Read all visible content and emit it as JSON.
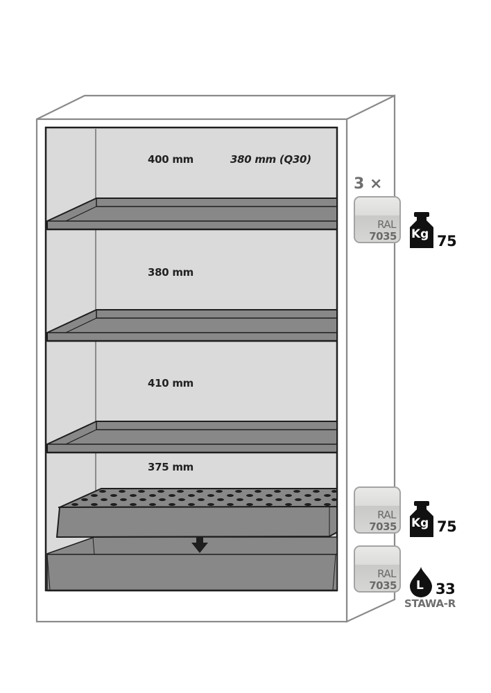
{
  "diagram": {
    "subject": "Safety storage cabinet with shelves and bottom sump",
    "compartment_heights": [
      {
        "label": "400 mm",
        "alt_label": "380 mm (Q30)"
      },
      {
        "label": "380 mm"
      },
      {
        "label": "410 mm"
      },
      {
        "label": "375 mm"
      }
    ],
    "shelves": {
      "quantity_label": "3 ×",
      "color_label": "RAL",
      "color_code": "7035",
      "load_icon": "weight-kg-icon",
      "load_icon_text": "Kg",
      "load_value": "75"
    },
    "perforated_insert": {
      "color_label": "RAL",
      "color_code": "7035",
      "load_icon": "weight-kg-icon",
      "load_icon_text": "Kg",
      "load_value": "75"
    },
    "bottom_sump": {
      "color_label": "RAL",
      "color_code": "7035",
      "volume_icon": "liquid-drop-icon",
      "volume_icon_text": "L",
      "volume_value": "33",
      "standard": "STAWA-R"
    },
    "colors": {
      "cavity": "#dadada",
      "shelf": "#888888",
      "outline": "#1e1e1e",
      "frame": "#8a8a8a",
      "badge_text": "#6e6e6e"
    }
  }
}
